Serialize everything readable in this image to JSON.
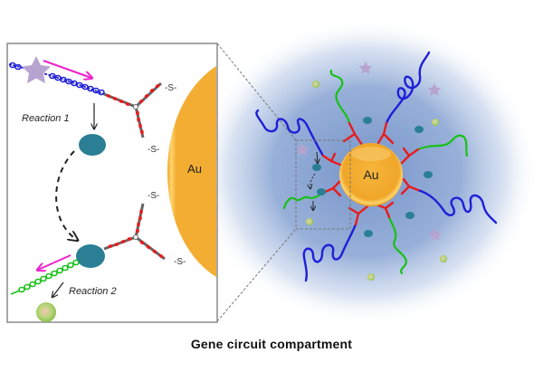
{
  "diagram": {
    "caption": "Gene circuit compartment",
    "inset": {
      "reaction1_label": "Reaction 1",
      "reaction2_label": "Reaction 2",
      "gold_label": "Au",
      "thiol_label": "-S-"
    },
    "nanoparticle": {
      "gold_label": "Au"
    },
    "colors": {
      "gold": "#f2ac34",
      "gold_highlight": "#ffd36a",
      "blue_strand": "#1f1fd8",
      "green_strand": "#18c018",
      "red_scaffold": "#e81c1c",
      "teal_enzyme": "#2a7f95",
      "product_green": "#9dcc60",
      "star_lilac": "#b6a3cf",
      "magenta_arrow": "#ee22cc",
      "glow_blue": "#7f9ccd"
    }
  }
}
